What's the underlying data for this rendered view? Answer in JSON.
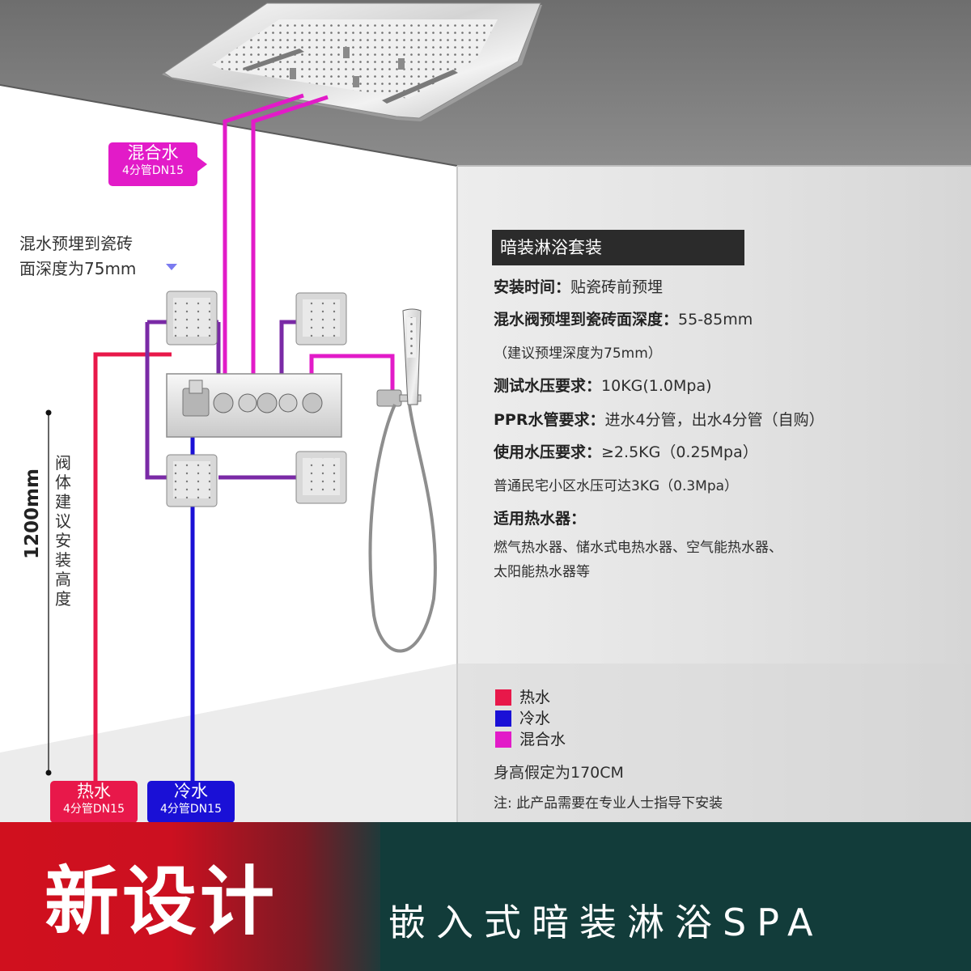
{
  "colors": {
    "hot": "#e8184a",
    "cold": "#1a10d6",
    "mixed": "#e21bc8",
    "spray": "#7a2aa6",
    "wall": "#d9d9d9",
    "ceiling": "#7b7b7b",
    "banner_red": "#cc1020",
    "banner_dark": "#123c3a"
  },
  "labels": {
    "mixed_pipe": {
      "title": "混合水",
      "sub": "4分管DN15"
    },
    "hot_pipe": {
      "title": "热水",
      "sub": "4分管DN15"
    },
    "cold_pipe": {
      "title": "冷水",
      "sub": "4分管DN15"
    },
    "embed_note": {
      "line1": "混水预埋到瓷砖",
      "line2": "面深度为75mm"
    },
    "height_value": "1200mm",
    "height_note": "阀体建议安装高度"
  },
  "specs": {
    "title": "暗装淋浴套装",
    "rows": [
      {
        "label": "安装时间：",
        "value": "贴瓷砖前预埋"
      },
      {
        "label": "混水阀预埋到瓷砖面深度：",
        "value": "55-85mm"
      },
      {
        "label": "",
        "value": "（建议预埋深度为75mm）"
      },
      {
        "label": "测试水压要求：",
        "value": "10KG(1.0Mpa)"
      },
      {
        "label": "PPR水管要求：",
        "value": "进水4分管，出水4分管（自购）"
      },
      {
        "label": "使用水压要求：",
        "value": "≥2.5KG（0.25Mpa）"
      },
      {
        "label": "",
        "value": "普通民宅小区水压可达3KG（0.3Mpa）"
      },
      {
        "label": "适用热水器：",
        "value": ""
      },
      {
        "label": "",
        "value": "燃气热水器、储水式电热水器、空气能热水器、"
      },
      {
        "label": "",
        "value": "太阳能热水器等"
      }
    ]
  },
  "legend": [
    {
      "label": "热水",
      "color": "#e8184a"
    },
    {
      "label": "冷水",
      "color": "#1a10d6"
    },
    {
      "label": "混合水",
      "color": "#e21bc8"
    }
  ],
  "notes": {
    "height_assumption": "身高假定为170CM",
    "install_note": "注: 此产品需要在专业人士指导下安装"
  },
  "banner": {
    "title": "新设计",
    "subtitle": "嵌入式暗装淋浴SPA"
  }
}
